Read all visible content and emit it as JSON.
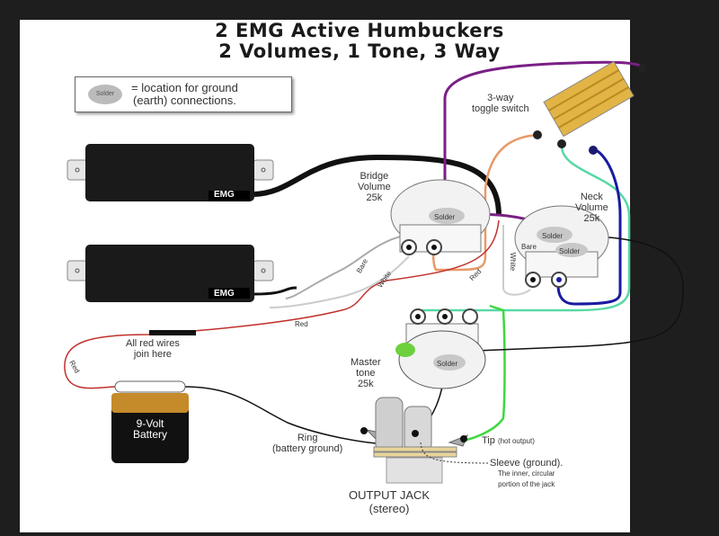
{
  "title": {
    "line1": "2 EMG Active Humbuckers",
    "line2": "2 Volumes, 1 Tone, 3 Way"
  },
  "legend": {
    "blob_label": "Solder",
    "text_line1": "= location for ground",
    "text_line2": "(earth) connections."
  },
  "pickups": {
    "top_logo": "EMG",
    "bottom_logo": "EMG"
  },
  "toggle": {
    "label_line1": "3-way",
    "label_line2": "toggle switch"
  },
  "bridge_volume": {
    "label_line1": "Bridge",
    "label_line2": "Volume",
    "label_line3": "25k",
    "solder": "Solder"
  },
  "neck_volume": {
    "label_line1": "Neck",
    "label_line2": "Volume",
    "label_line3": "25k",
    "solder_top": "Solder",
    "solder_bottom": "Solder",
    "bare": "Bare"
  },
  "wire_labels": {
    "bare": "Bare",
    "white_left": "White",
    "red_mid": "Red",
    "white_right": "White",
    "red_top": "Red",
    "red_left": "Red"
  },
  "red_join": {
    "line1": "All red wires",
    "line2": "join here"
  },
  "tone": {
    "label_line1": "Master",
    "label_line2": "tone",
    "label_line3": "25k",
    "solder": "Solder"
  },
  "battery": {
    "line1": "9-Volt",
    "line2": "Battery"
  },
  "jack": {
    "ring_line1": "Ring",
    "ring_line2": "(battery ground)",
    "tip": "Tip",
    "tip_note": "(hot output)",
    "sleeve_line1": "Sleeve (ground).",
    "sleeve_line2": "The inner, circular",
    "sleeve_line3": "portion of the jack",
    "title_line1": "OUTPUT JACK",
    "title_line2": "(stereo)"
  },
  "colors": {
    "purple": "#7a1f86",
    "orange": "#e89a6a",
    "teal": "#58d8a4",
    "green": "#3ed83e",
    "blue": "#1a1aa0",
    "red": "#c0302a",
    "black": "#111111",
    "grey_wire": "#bdbdbd",
    "switch_gold": "#e2b446"
  }
}
